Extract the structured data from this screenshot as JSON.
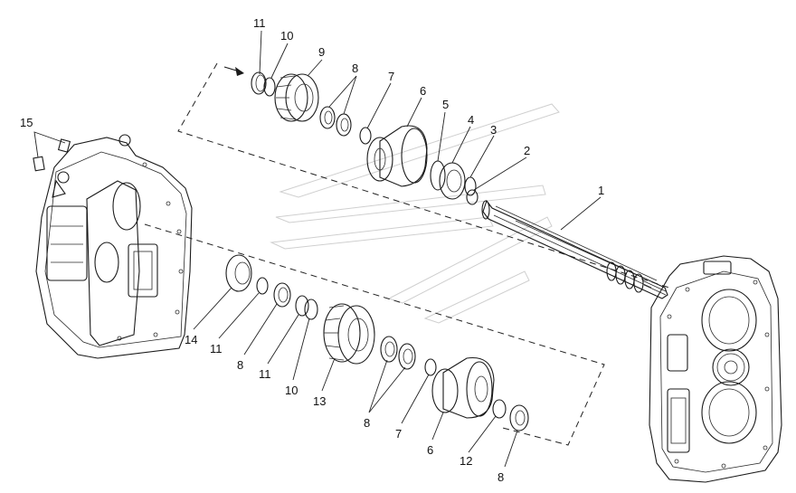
{
  "callouts": {
    "c11a": "11",
    "c10a": "10",
    "c9": "9",
    "c8a": "8",
    "c7a": "7",
    "c6a": "6",
    "c5": "5",
    "c4": "4",
    "c3": "3",
    "c2": "2",
    "c1": "1",
    "c15": "15",
    "c14": "14",
    "c11b": "11",
    "c8b": "8",
    "c11c": "11",
    "c10b": "10",
    "c13": "13",
    "c8c": "8",
    "c7b": "7",
    "c6b": "6",
    "c12": "12",
    "c8d": "8"
  }
}
